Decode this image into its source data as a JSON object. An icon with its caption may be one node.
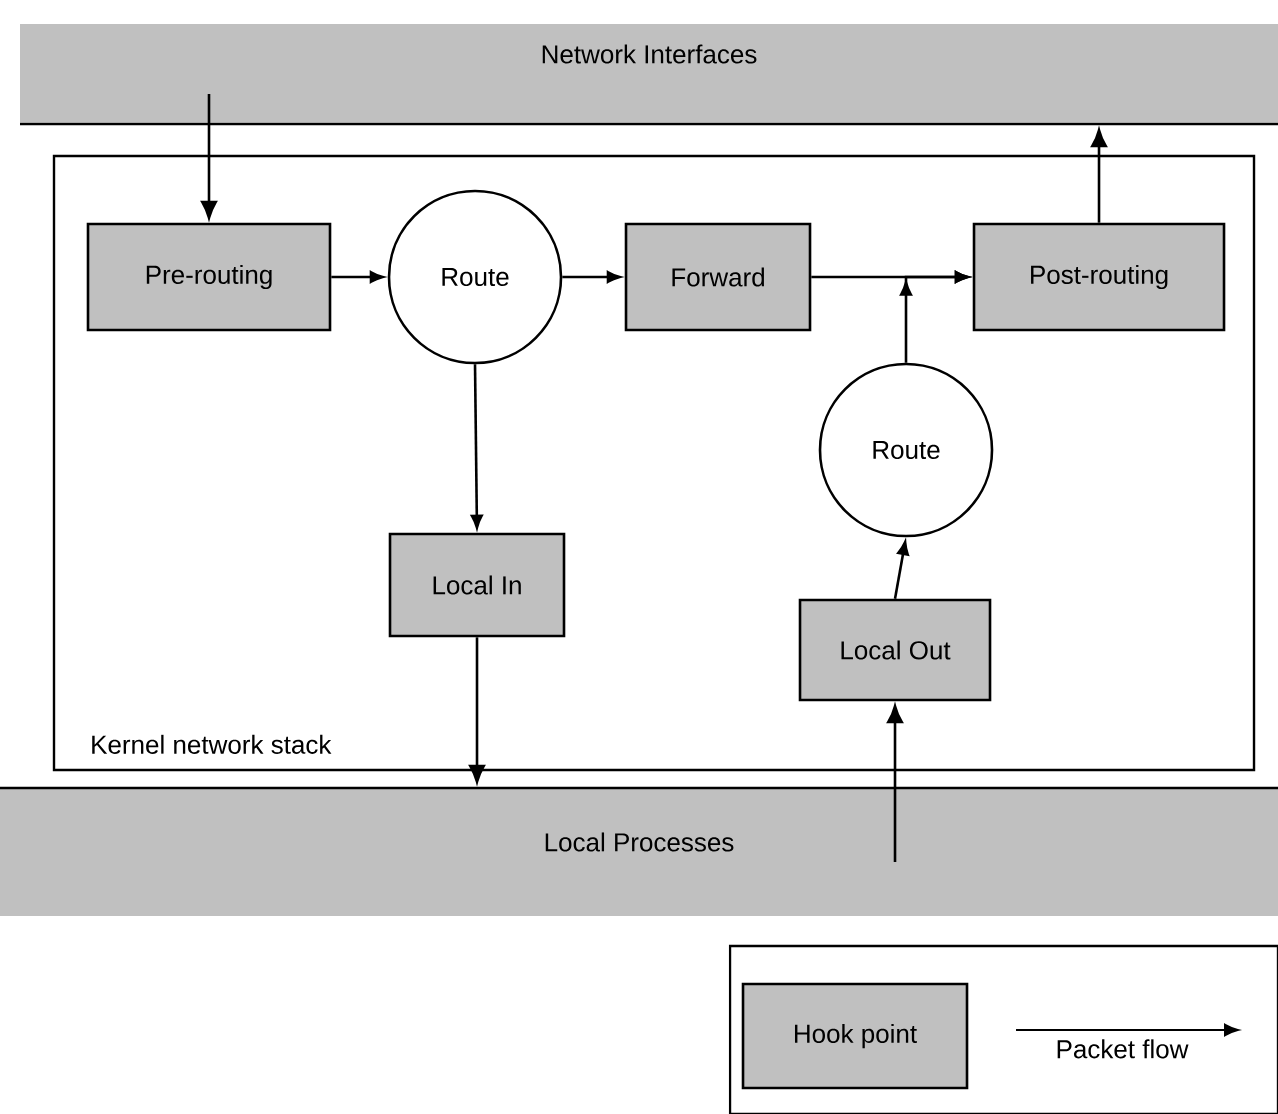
{
  "diagram": {
    "nodes": [
      {
        "text": [
          "Network Interfaces"
        ]
      },
      {
        "text": [
          "Kernel network stack"
        ]
      },
      {
        "text": [
          "Pre-routing"
        ],
        "in": 1
      },
      {
        "text": [
          "Route"
        ],
        "in": 1
      },
      {
        "text": [
          "Forward"
        ],
        "in": 1
      },
      {
        "text": [
          "Post-routing"
        ],
        "in": 1
      },
      {
        "text": [
          "Route"
        ],
        "in": 1
      },
      {
        "text": [
          "Local In"
        ],
        "in": 1
      },
      {
        "text": [
          "Local Out"
        ],
        "in": 1
      },
      {
        "text": [
          "Local Processes"
        ]
      }
    ],
    "edges": [
      {
        "from": 0,
        "to": 2,
        "arrow": "to"
      },
      {
        "from": 2,
        "to": 3,
        "arrow": "to"
      },
      {
        "from": 3,
        "to": 4,
        "arrow": "to"
      },
      {
        "from": 4,
        "to": 5,
        "arrow": "to"
      },
      {
        "from": 6,
        "to": 5,
        "arrow": "to"
      },
      {
        "from": 5,
        "to": 0,
        "arrow": "to"
      },
      {
        "from": 3,
        "to": 7,
        "arrow": "to"
      },
      {
        "from": 7,
        "to": 9,
        "arrow": "to"
      },
      {
        "from": 9,
        "to": 8,
        "arrow": "to"
      },
      {
        "from": 8,
        "to": 6,
        "arrow": "to"
      }
    ],
    "legend": [
      {
        "text": "Hook point"
      },
      {
        "text": "Packet flow"
      }
    ]
  }
}
